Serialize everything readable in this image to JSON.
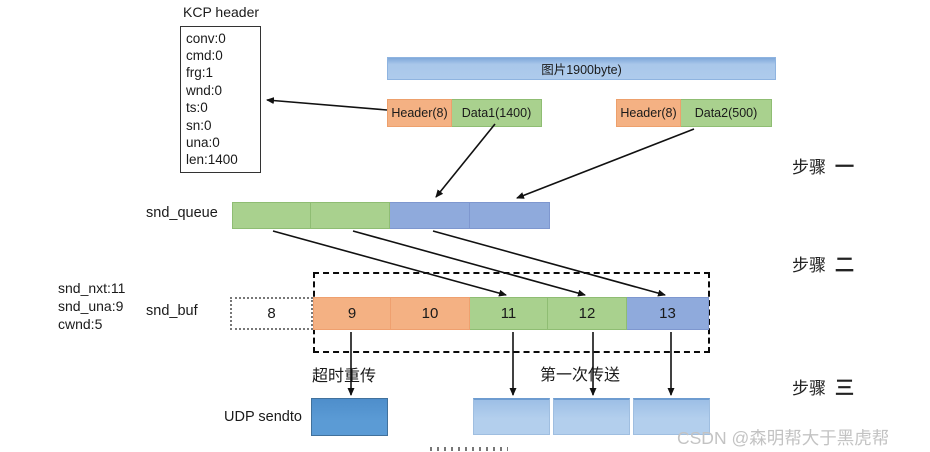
{
  "kcp_header": {
    "title": "KCP header",
    "fields": [
      "conv:0",
      "cmd:0",
      "frg:1",
      "wnd:0",
      "ts:0",
      "sn:0",
      "una:0",
      "len:1400"
    ]
  },
  "picture_bar": {
    "label": "图片1900byte)"
  },
  "packets": [
    {
      "header": "Header(8)",
      "data": "Data1(1400)"
    },
    {
      "header": "Header(8)",
      "data": "Data2(500)"
    }
  ],
  "snd_queue": {
    "label": "snd_queue",
    "segments": [
      "green",
      "green",
      "blue",
      "blue"
    ]
  },
  "state": {
    "lines": [
      "snd_nxt:11",
      "snd_una:9",
      "cwnd:5"
    ]
  },
  "snd_buf": {
    "label": "snd_buf",
    "outside_cell": "8",
    "cells": [
      {
        "label": "9",
        "color": "salmon"
      },
      {
        "label": "10",
        "color": "salmon"
      },
      {
        "label": "11",
        "color": "green"
      },
      {
        "label": "12",
        "color": "green"
      },
      {
        "label": "13",
        "color": "blue"
      }
    ]
  },
  "annotations": {
    "retransmit": "超时重传",
    "first_send": "第一次传送",
    "udp_label": "UDP sendto"
  },
  "steps": [
    {
      "prefix": "步骤",
      "numeral": "一"
    },
    {
      "prefix": "步骤",
      "numeral": "二"
    },
    {
      "prefix": "步骤",
      "numeral": "三"
    }
  ],
  "watermark": "CSDN @森明帮大于黑虎帮",
  "colors": {
    "salmon": "#F4B183",
    "green": "#A9D18E",
    "blue": "#8FAADC",
    "bar_blue": "#A9C7EA",
    "light_blue": "#B3CFED",
    "dark_blue": "#5B9BD5"
  }
}
